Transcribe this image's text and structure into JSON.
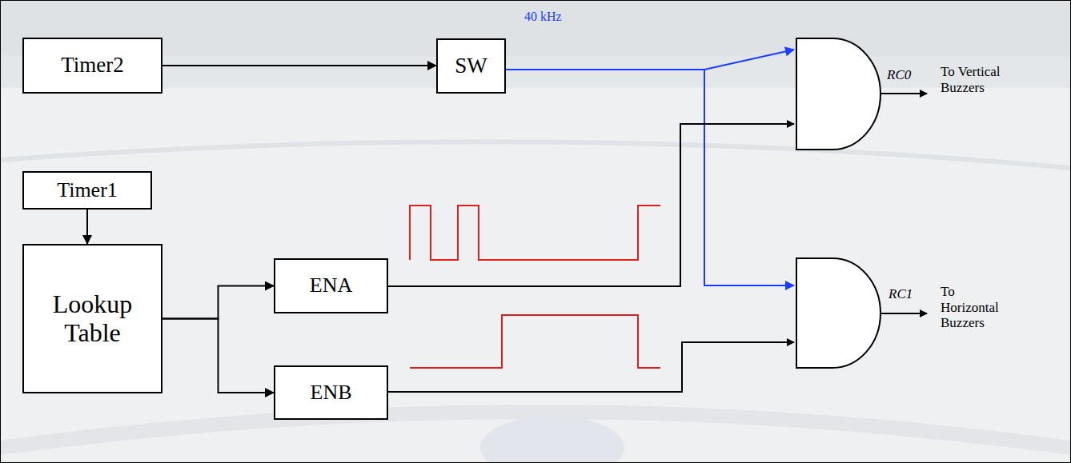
{
  "diagram": {
    "nodes": [
      {
        "text": [
          "Timer2"
        ]
      },
      {
        "text": [
          "SW"
        ]
      },
      {
        "text": [
          "Timer1"
        ]
      },
      {
        "text": [
          "Lookup Table"
        ]
      },
      {
        "text": [
          "ENA"
        ]
      },
      {
        "text": [
          "ENB"
        ]
      }
    ],
    "edges": [
      {
        "from": 0,
        "to": 1,
        "arrow": "to"
      },
      {
        "from": 2,
        "to": 3,
        "arrow": "to"
      },
      {
        "from": 3,
        "to": 4,
        "arrow": "to"
      },
      {
        "from": 3,
        "to": 5,
        "arrow": "to"
      }
    ],
    "labels": [
      "40 kHz",
      "RC0",
      "To Vertical Buzzers",
      "RC1",
      "To Horizontal Buzzers"
    ]
  }
}
